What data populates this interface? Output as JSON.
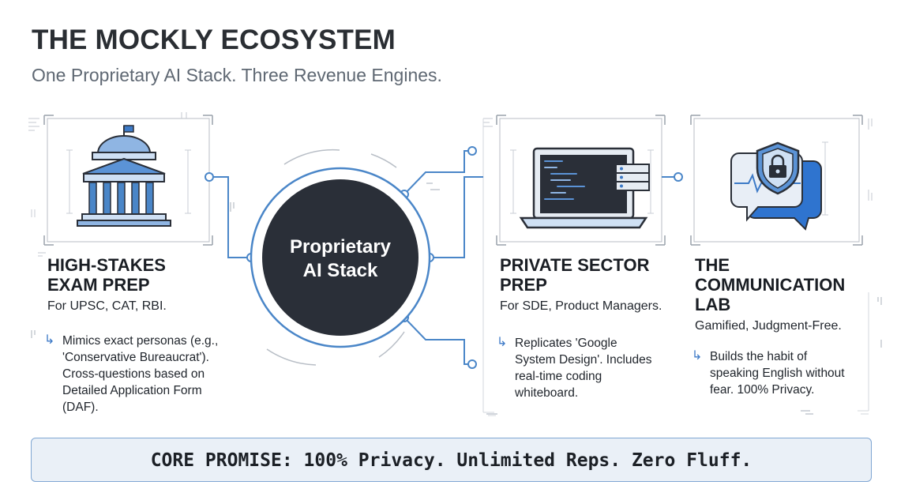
{
  "header": {
    "title": "THE MOCKLY ECOSYSTEM",
    "subtitle": "One Proprietary AI Stack. Three Revenue Engines."
  },
  "hub": {
    "line1": "Proprietary",
    "line2": "AI Stack"
  },
  "columns": [
    {
      "heading_line1": "HIGH-STAKES",
      "heading_line2": "EXAM PREP",
      "subtitle": "For UPSC, CAT, RBI.",
      "icon": "government-building-icon",
      "bullet_lines": [
        "Mimics exact personas (e.g.,",
        "'Conservative Bureaucrat').",
        "Cross-questions based on",
        "Detailed Application Form",
        "(DAF)."
      ]
    },
    {
      "heading_line1": "PRIVATE SECTOR",
      "heading_line2": "PREP",
      "subtitle": "For SDE, Product Managers.",
      "icon": "laptop-code-icon",
      "bullet_lines": [
        "Replicates 'Google",
        "System Design'. Includes",
        "real-time coding",
        "whiteboard."
      ]
    },
    {
      "heading_line1": "THE",
      "heading_line2": "COMMUNICATION",
      "heading_line3": "LAB",
      "subtitle": "Gamified, Judgment-Free.",
      "icon": "shield-lock-chat-icon",
      "bullet_lines": [
        "Builds the habit of",
        "speaking English without",
        "fear. 100% Privacy."
      ]
    }
  ],
  "bullet_marker": "↳",
  "footer": {
    "promise": "CORE PROMISE: 100% Privacy. Unlimited Reps. Zero Fluff."
  },
  "colors": {
    "accent_blue": "#3d7ac7",
    "hub_fill": "#2a2f38",
    "line_blue": "#4a86c8",
    "frame_grey": "#b8bec6",
    "promise_bg": "#eaf0f7"
  }
}
